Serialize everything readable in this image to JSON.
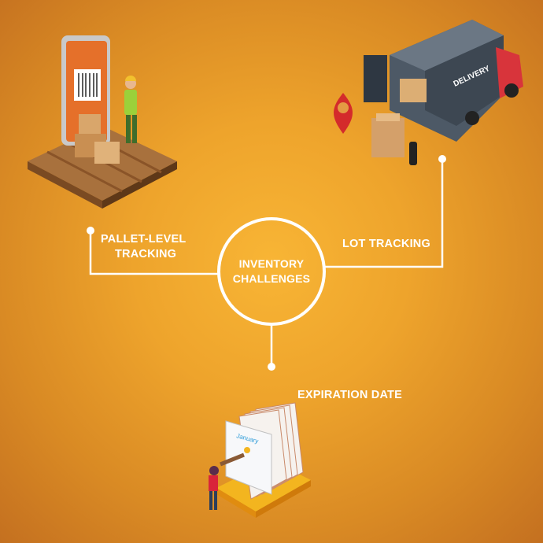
{
  "center": {
    "line1": "INVENTORY",
    "line2": "CHALLENGES"
  },
  "nodes": {
    "pallet": {
      "line1": "PALLET-LEVEL",
      "line2": "TRACKING"
    },
    "lot": {
      "label": "LOT TRACKING"
    },
    "expiration": {
      "label": "EXPIRATION DATE"
    }
  },
  "illustrations": {
    "truck_text": "DELIVERY",
    "calendar_month": "January"
  },
  "colors": {
    "background": "#eea42c",
    "lines": "#ffffff"
  }
}
